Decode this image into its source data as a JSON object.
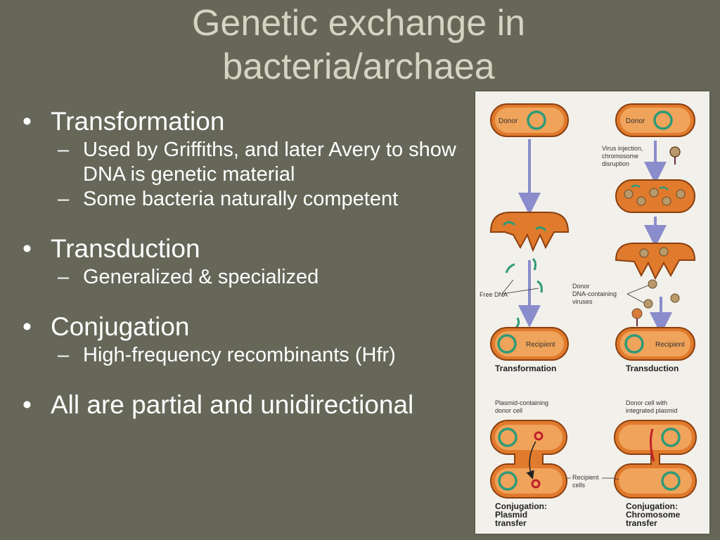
{
  "title": "Genetic exchange in bacteria/archaea",
  "bullets": [
    {
      "text": "Transformation",
      "subs": [
        "Used by Griffiths, and later Avery to show DNA is genetic material",
        "Some bacteria naturally competent"
      ]
    },
    {
      "text": "Transduction",
      "subs": [
        "Generalized & specialized"
      ]
    },
    {
      "text": "Conjugation",
      "subs": [
        "High-frequency recombinants (Hfr)"
      ]
    },
    {
      "text": "All are partial and unidirectional",
      "subs": []
    }
  ],
  "figure": {
    "donor": "Donor",
    "recipient": "Recipient",
    "free_dna": "Free DNA",
    "virus_injection": [
      "Virus injection,",
      "chromosome",
      "disruption"
    ],
    "donor_viruses": [
      "Donor",
      "DNA-containing",
      "viruses"
    ],
    "transformation": "Transformation",
    "transduction": "Transduction",
    "plasmid_donor": [
      "Plasmid-containing",
      "donor cell"
    ],
    "integrated_donor": [
      "Donor cell with",
      "integrated plasmid"
    ],
    "recipient_cells": [
      "Recipient",
      "cells"
    ],
    "conj_plasmid": [
      "Conjugation:",
      "Plasmid",
      "transfer"
    ],
    "conj_chromosome": [
      "Conjugation:",
      "Chromosome",
      "transfer"
    ]
  },
  "colors": {
    "background": "#666759",
    "title": "#d4d4c2",
    "cell": "#e07a2c",
    "chromosome": "#2e9a78",
    "plasmid": "#c0202a",
    "arrow": "#8a8ccc"
  }
}
